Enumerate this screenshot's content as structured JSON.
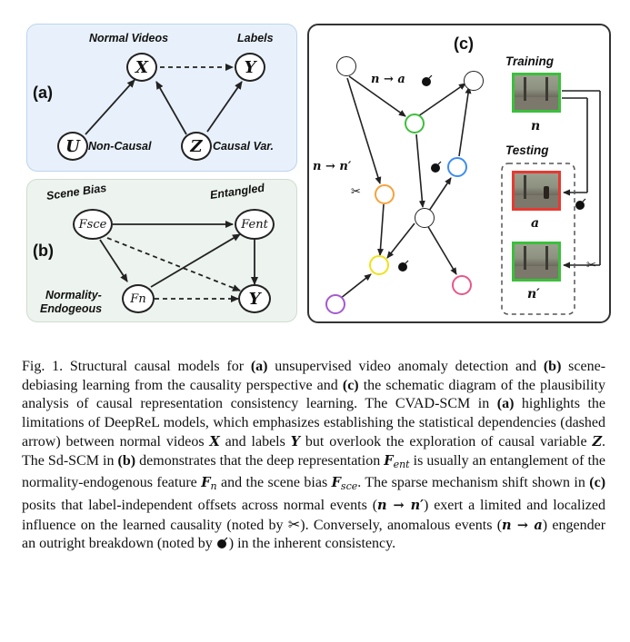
{
  "panel_a": {
    "tag": "(a)",
    "label_normal_videos": "Normal Videos",
    "label_labels": "Labels",
    "label_non_causal": "Non-Causal",
    "label_causal_var": "Causal Var.",
    "node_x": "X",
    "node_y": "Y",
    "node_u": "U",
    "node_z": "Z"
  },
  "panel_b": {
    "tag": "(b)",
    "label_scene_bias": "Scene Bias",
    "label_entangled": "Entangled",
    "label_normality_1": "Normality-",
    "label_normality_2": "Endogeous",
    "node_fsce": "Fsce",
    "node_fent": "Fent",
    "node_fn": "Fn",
    "node_y": "Y"
  },
  "panel_c": {
    "tag": "(c)",
    "label_n_to_a": "n → a",
    "label_n_to_nprime": "n → n′",
    "label_training": "Training",
    "label_testing": "Testing",
    "thumb_n": "n",
    "thumb_a": "a",
    "thumb_nprime": "n′",
    "colors": {
      "green": "#3cbf3c",
      "orange": "#f7a23c",
      "blue": "#3d8df0",
      "yellow": "#f0e21a",
      "pink": "#e8578a",
      "purple": "#a35ad1",
      "frame_red": "#e53a32"
    }
  },
  "caption": {
    "fig": "Fig. 1.",
    "t1": " Structural causal models for ",
    "a1": "(a)",
    "t2": " unsupervised video anomaly detection and ",
    "b1": "(b)",
    "t3": " scene-debiasing learning from the causality perspective and ",
    "c1": "(c)",
    "t4": " the schematic diagram of the plausibility analysis of causal representation consistency learning. The CVAD-SCM in ",
    "a2": "(a)",
    "t5": " highlights the limitations of DeepReL models, which emphasizes establishing the statistical dependencies (dashed arrow) between normal videos ",
    "x": "X",
    "t6": " and labels ",
    "y": "Y",
    "t7": " but overlook the exploration of causal variable ",
    "z": "Z",
    "t8": ". The Sd-SCM in ",
    "b2": "(b)",
    "t9": " demonstrates that the deep representation ",
    "f_ent": "F",
    "f_ent_sub": "ent",
    "t10": " is usually an entanglement of the normality-endogenous feature ",
    "f_n": "F",
    "f_n_sub": "n",
    "t11": " and the scene bias ",
    "f_sce": "F",
    "f_sce_sub": "sce",
    "t12": ". The sparse mechanism shift shown in ",
    "c2": "(c)",
    "t13": " posits that label-independent offsets across normal events (",
    "m1": "n → n′",
    "t14": ") exert a limited and localized influence on the learned causality (noted by ",
    "t15": "). Conversely, anomalous events (",
    "m2": "n → a",
    "t16": ") engender an outright breakdown (noted by ",
    "t17": ") in the inherent consistency."
  }
}
